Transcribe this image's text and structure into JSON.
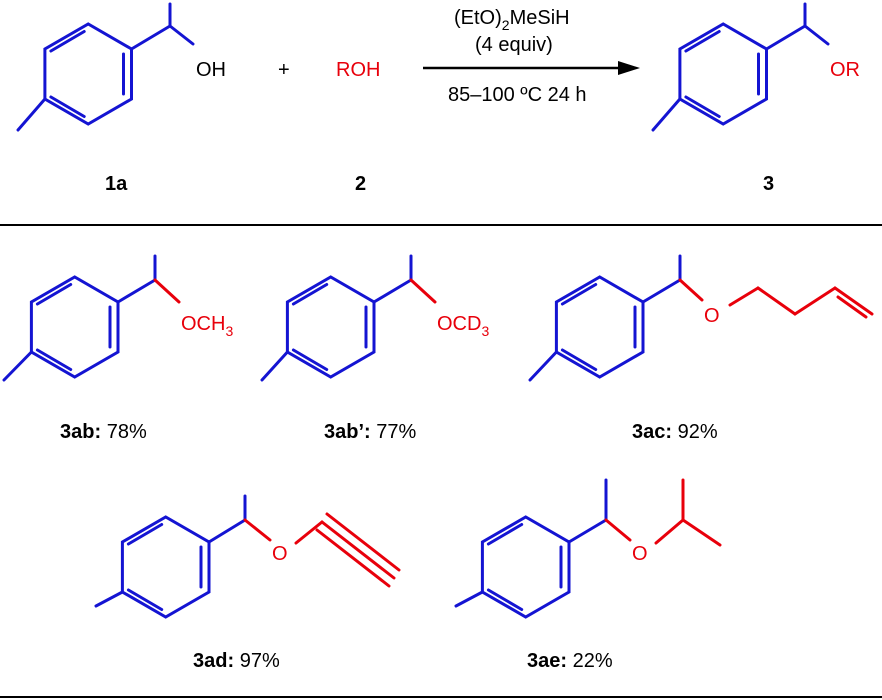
{
  "colors": {
    "aryl": "#1414d2",
    "alkoxy": "#e8000b",
    "text": "#000000",
    "rule": "#000000"
  },
  "reaction": {
    "reagent_line1": "(EtO)",
    "reagent_sub": "2",
    "reagent_line1_tail": "MeSiH",
    "reagent_line2": "(4 equiv)",
    "conditions": "85–100 ºC 24 h",
    "plus": "+",
    "roh": "ROH",
    "sm_oh": "OH",
    "prod_or": "OR",
    "label_1a": "1a",
    "label_2": "2",
    "label_3": "3"
  },
  "products": [
    {
      "id": "3ab",
      "yield": "78%",
      "o_prefix": "OCH",
      "o_sub": "3"
    },
    {
      "id": "3ab’",
      "yield": "77%",
      "o_prefix": "OCD",
      "o_sub": "3"
    },
    {
      "id": "3ac",
      "yield": "92%",
      "o_atom": "O"
    },
    {
      "id": "3ad",
      "yield": "97%",
      "o_atom": "O"
    },
    {
      "id": "3ae",
      "yield": "22%",
      "o_atom": "O"
    }
  ]
}
